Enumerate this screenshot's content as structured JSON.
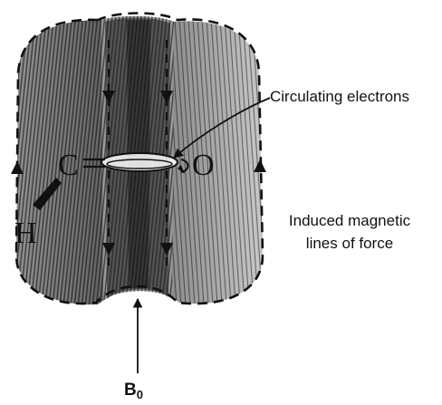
{
  "diagram": {
    "atoms": {
      "carbon": "C",
      "oxygen": "O",
      "hydrogen": "H"
    },
    "labels": {
      "circulating": "Circulating electrons",
      "induced_line1": "Induced magnetic",
      "induced_line2": "lines of force"
    },
    "field": {
      "symbol": "B",
      "subscript": "0"
    }
  }
}
